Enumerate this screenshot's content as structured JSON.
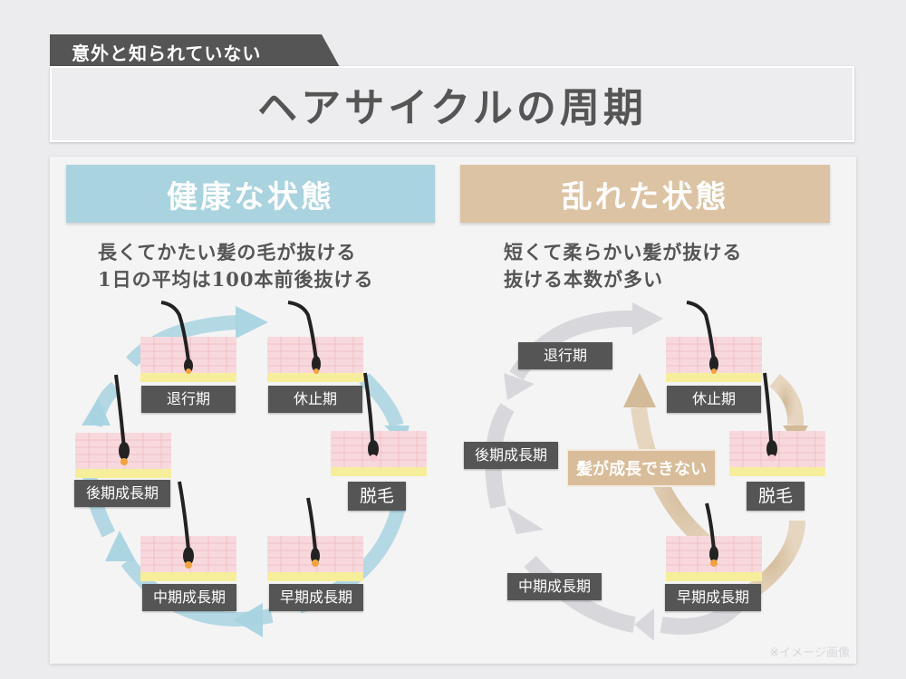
{
  "tag_text": "意外と知られていない",
  "title": "ヘアサイクルの周期",
  "healthy": {
    "header": "健康な状態",
    "desc_line1": "長くてかたい髪の毛が抜ける",
    "desc_line2": "1日の平均は100本前後抜ける",
    "labels": {
      "regression": "退行期",
      "resting": "休止期",
      "shedding": "脱毛",
      "early_growth": "早期成長期",
      "mid_growth": "中期成長期",
      "late_growth": "後期成長期"
    }
  },
  "disordered": {
    "header": "乱れた状態",
    "desc_line1": "短くて柔らかい髪が抜ける",
    "desc_line2": "抜ける本数が多い",
    "note": "髪が成長できない",
    "labels": {
      "regression": "退行期",
      "resting": "休止期",
      "shedding": "脱毛",
      "early_growth": "早期成長期",
      "mid_growth": "中期成長期",
      "late_growth": "後期成長期"
    }
  },
  "watermark": "※イメージ画像",
  "colors": {
    "healthy_accent": "#a9d3de",
    "disordered_accent": "#dcc3a3",
    "label_bg": "#555555"
  }
}
